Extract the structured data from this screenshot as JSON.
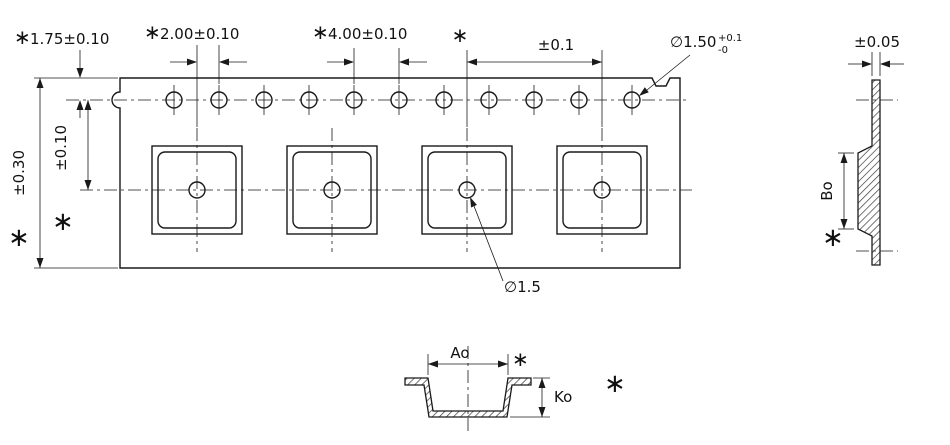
{
  "labels": {
    "asterisk": "∗",
    "e_dim": "1.75±0.10",
    "p2_dim": "2.00±0.10",
    "p0_dim": "4.00±0.10",
    "pocket_pitch_tol": "±0.1",
    "sprocket_hole_dia": "∅1.50",
    "sprocket_hole_tol_plus": "+0.1",
    "sprocket_hole_tol_minus": "-0",
    "thickness_tol": "±0.05",
    "tape_width_tol": "±0.30",
    "f_dim_tol": "±0.10",
    "bo": "Bo",
    "center_hole_dia": "∅1.5",
    "ao": "Ao",
    "ko": "Ko"
  }
}
